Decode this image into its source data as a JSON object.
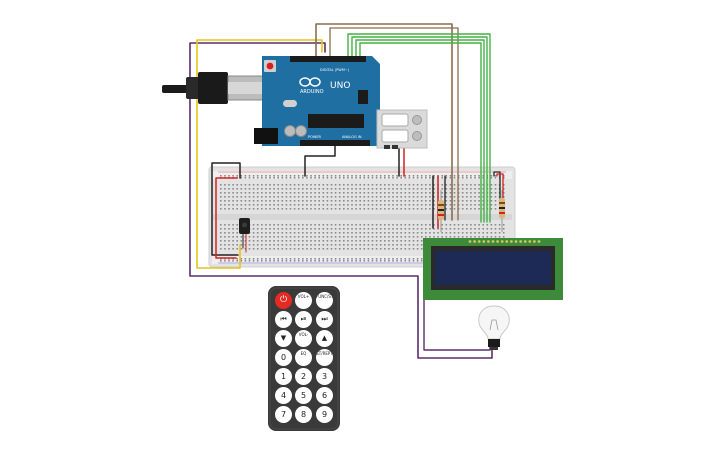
{
  "arduino": {
    "brand": "ARDUINO",
    "model": "UNO",
    "digital_label": "DIGITAL (PWM~)",
    "power_label": "POWER",
    "analog_label": "ANALOG IN"
  },
  "remote": {
    "rows": [
      [
        {
          "id": "power",
          "label": "⏻",
          "kind": "power"
        },
        {
          "id": "vol-up",
          "label": "VOL+",
          "kind": "small"
        },
        {
          "id": "func-stop",
          "label": "FUNC/STOP",
          "kind": "small"
        }
      ],
      [
        {
          "id": "rewind",
          "label": "⏮",
          "kind": "sym"
        },
        {
          "id": "play-pause",
          "label": "⏯",
          "kind": "sym"
        },
        {
          "id": "fast-forward",
          "label": "⏭",
          "kind": "sym"
        }
      ],
      [
        {
          "id": "down",
          "label": "▼",
          "kind": "sym"
        },
        {
          "id": "vol-down",
          "label": "VOL-",
          "kind": "small"
        },
        {
          "id": "up",
          "label": "▲",
          "kind": "sym"
        }
      ],
      [
        {
          "id": "0",
          "label": "0",
          "kind": "num"
        },
        {
          "id": "eq",
          "label": "EQ",
          "kind": "small"
        },
        {
          "id": "st-rept",
          "label": "ST/REPT",
          "kind": "small"
        }
      ],
      [
        {
          "id": "1",
          "label": "1",
          "kind": "num"
        },
        {
          "id": "2",
          "label": "2",
          "kind": "num"
        },
        {
          "id": "3",
          "label": "3",
          "kind": "num"
        }
      ],
      [
        {
          "id": "4",
          "label": "4",
          "kind": "num"
        },
        {
          "id": "5",
          "label": "5",
          "kind": "num"
        },
        {
          "id": "6",
          "label": "6",
          "kind": "num"
        }
      ],
      [
        {
          "id": "7",
          "label": "7",
          "kind": "num"
        },
        {
          "id": "8",
          "label": "8",
          "kind": "num"
        },
        {
          "id": "9",
          "label": "9",
          "kind": "num"
        }
      ]
    ]
  },
  "colors": {
    "arduino_board": "#1f6fa3",
    "breadboard": "#e8e8e8",
    "lcd_pcb": "#3c8a3a",
    "lcd_screen": "#1c2a55",
    "remote_body": "#3a3a3a",
    "wire_purple": "#5b2d6e",
    "wire_yellow": "#e6c41c",
    "wire_brown": "#8a6d4a",
    "wire_green": "#44b044",
    "wire_red": "#d62020",
    "wire_black": "#222222"
  }
}
